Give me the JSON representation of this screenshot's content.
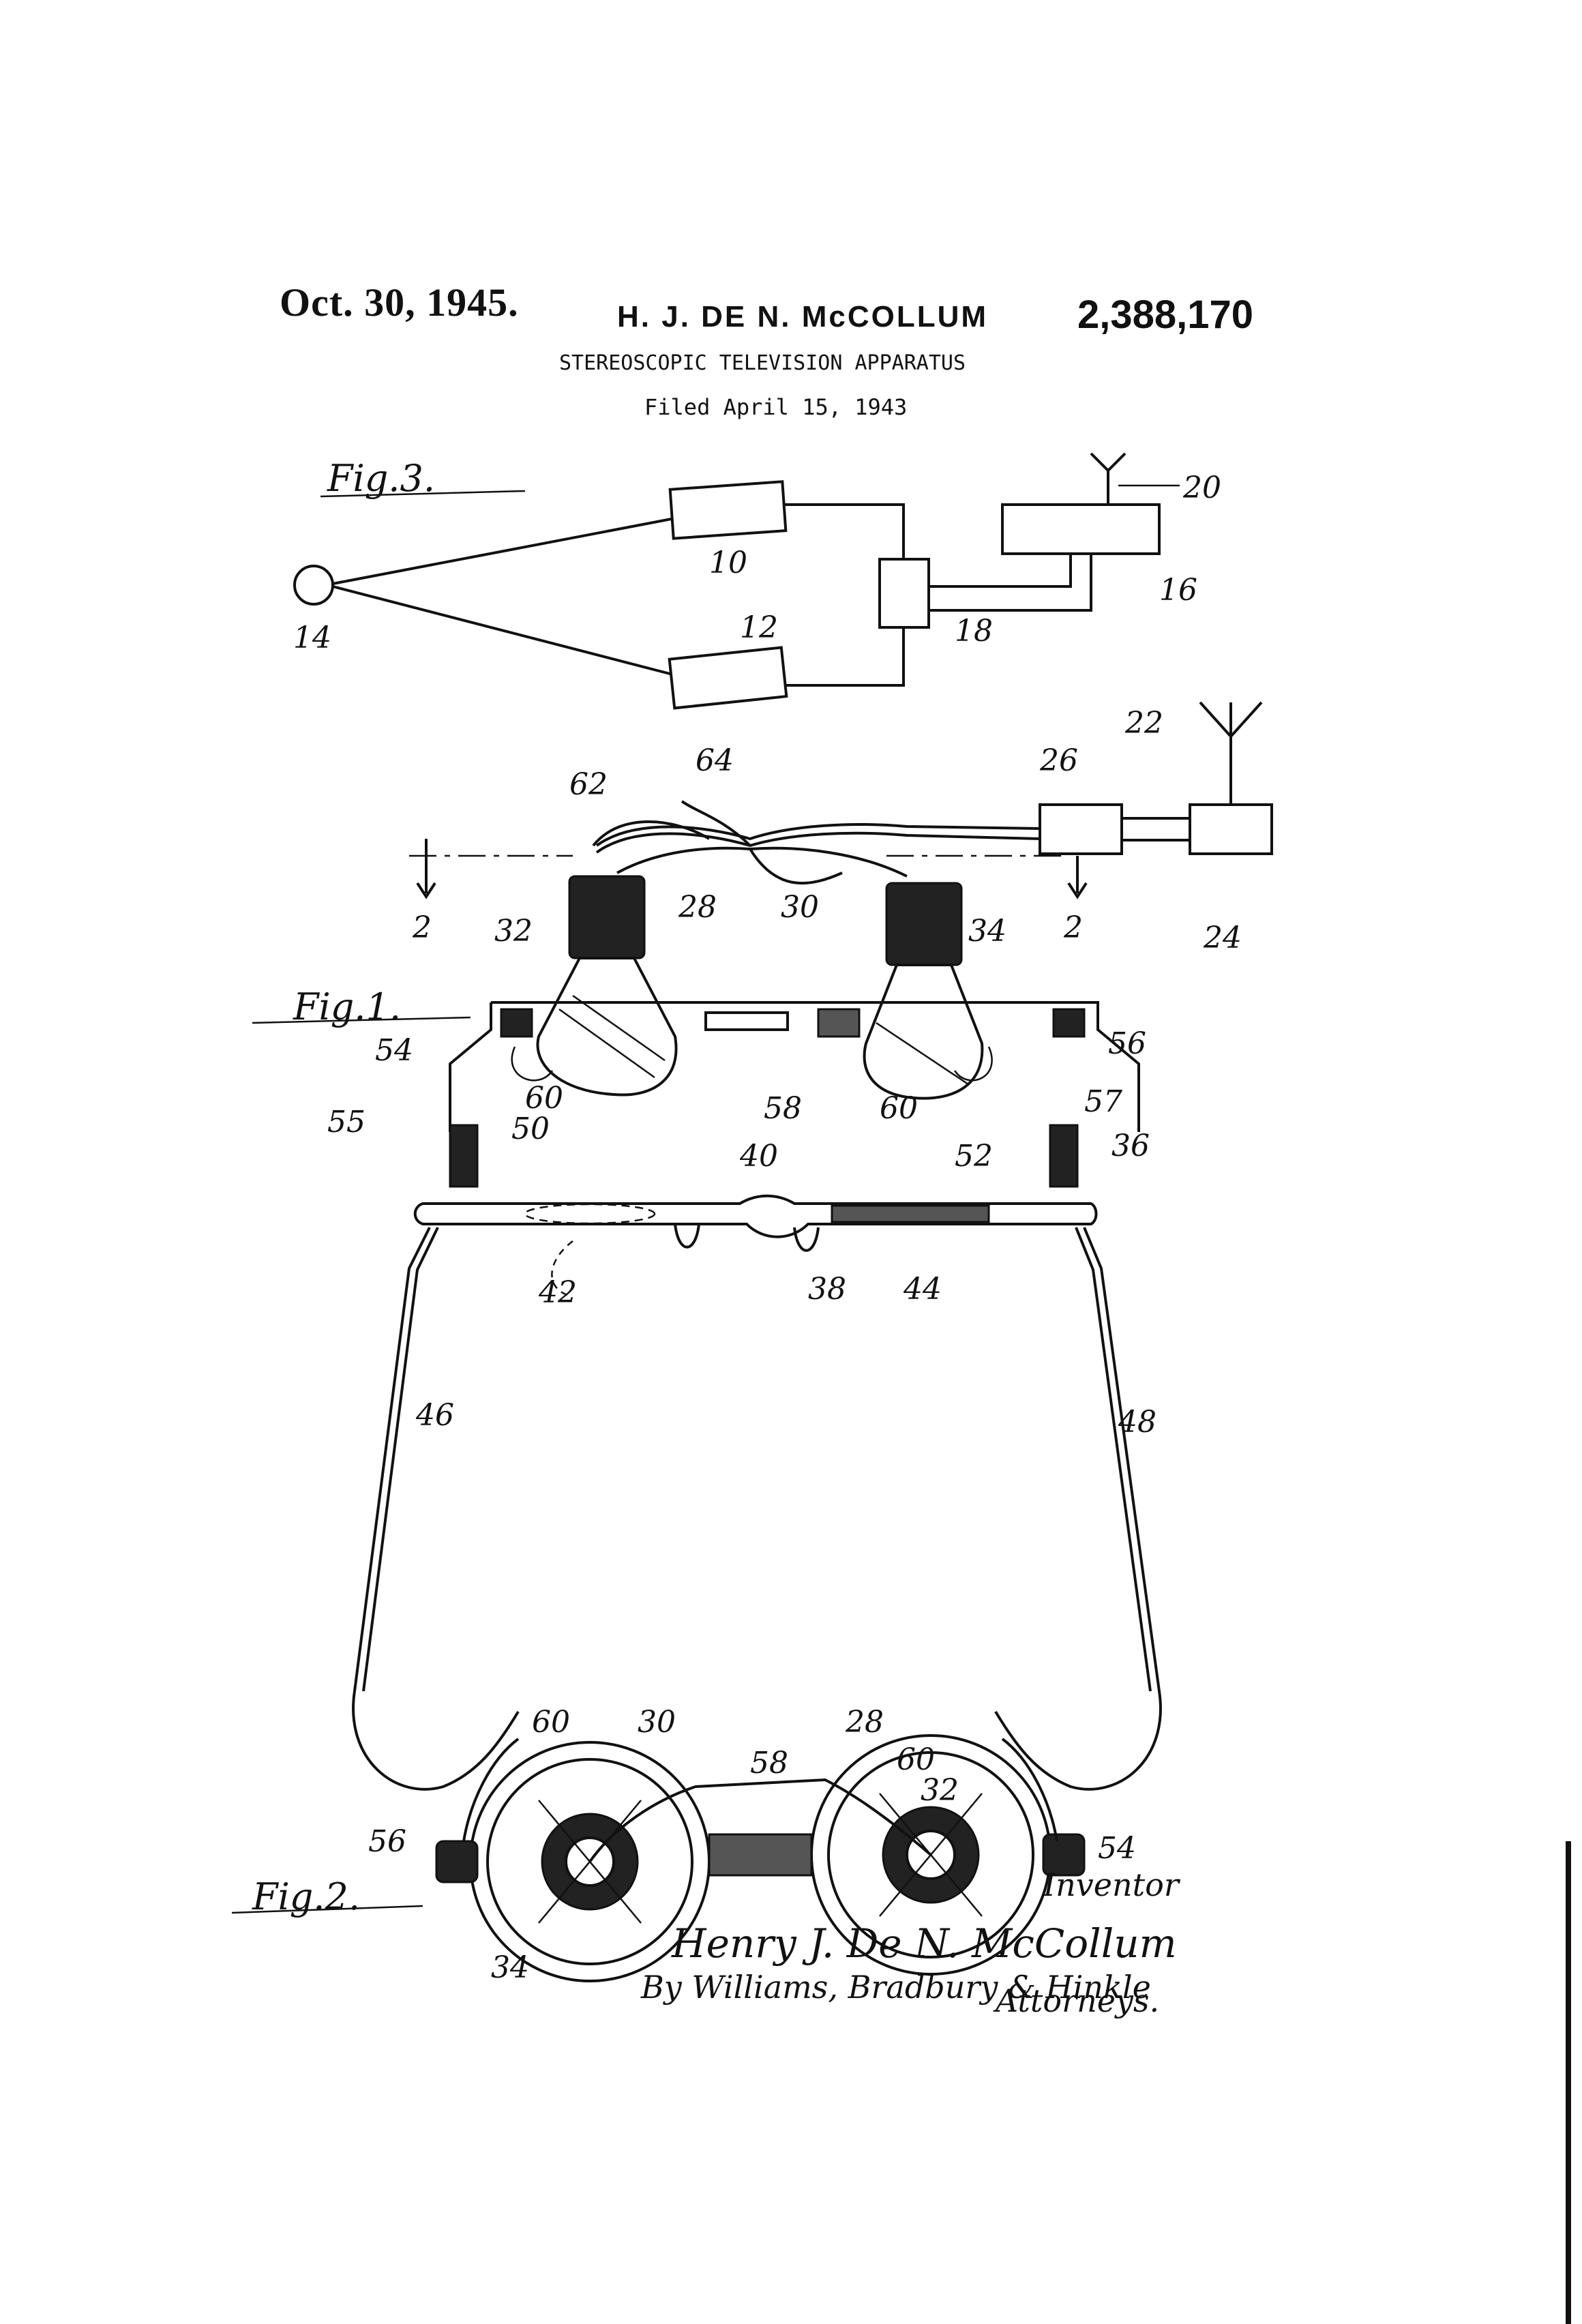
{
  "header": {
    "date": "Oct. 30, 1945.",
    "inventor": "H. J. DE N. McCOLLUM",
    "patent_number": "2,388,170",
    "title": "STEREOSCOPIC TELEVISION APPARATUS",
    "filed": "Filed April 15, 1943"
  },
  "figures": {
    "fig3": "Fig.3.",
    "fig1": "Fig.1.",
    "fig2": "Fig.2."
  },
  "fig3_labels": {
    "l10": "10",
    "l12": "12",
    "l14": "14",
    "l16": "16",
    "l18": "18",
    "l20": "20"
  },
  "fig1_labels": {
    "l22": "22",
    "l24": "24",
    "l26": "26",
    "l62": "62",
    "l64": "64",
    "l28": "28",
    "l30": "30",
    "l32": "32",
    "l34": "34",
    "sec_left": "2",
    "sec_right": "2",
    "l54": "54",
    "l56": "56",
    "l55": "55",
    "l57": "57",
    "l50": "50",
    "l52": "52",
    "l36": "36",
    "l60a": "60",
    "l60b": "60",
    "l58": "58",
    "l40": "40",
    "l42": "42",
    "l38": "38",
    "l44": "44",
    "l46": "46",
    "l48": "48"
  },
  "fig2_labels": {
    "l60a": "60",
    "l30": "30",
    "l28": "28",
    "l60b": "60",
    "l58": "58",
    "l32": "32",
    "l56": "56",
    "l54": "54",
    "l34": "34"
  },
  "signature": {
    "inventor_label": "Inventor",
    "inventor_name": "Henry J. De N. McCollum",
    "by_line": "By Williams, Bradbury & Hinkle",
    "attorneys_label": "Attorneys."
  }
}
